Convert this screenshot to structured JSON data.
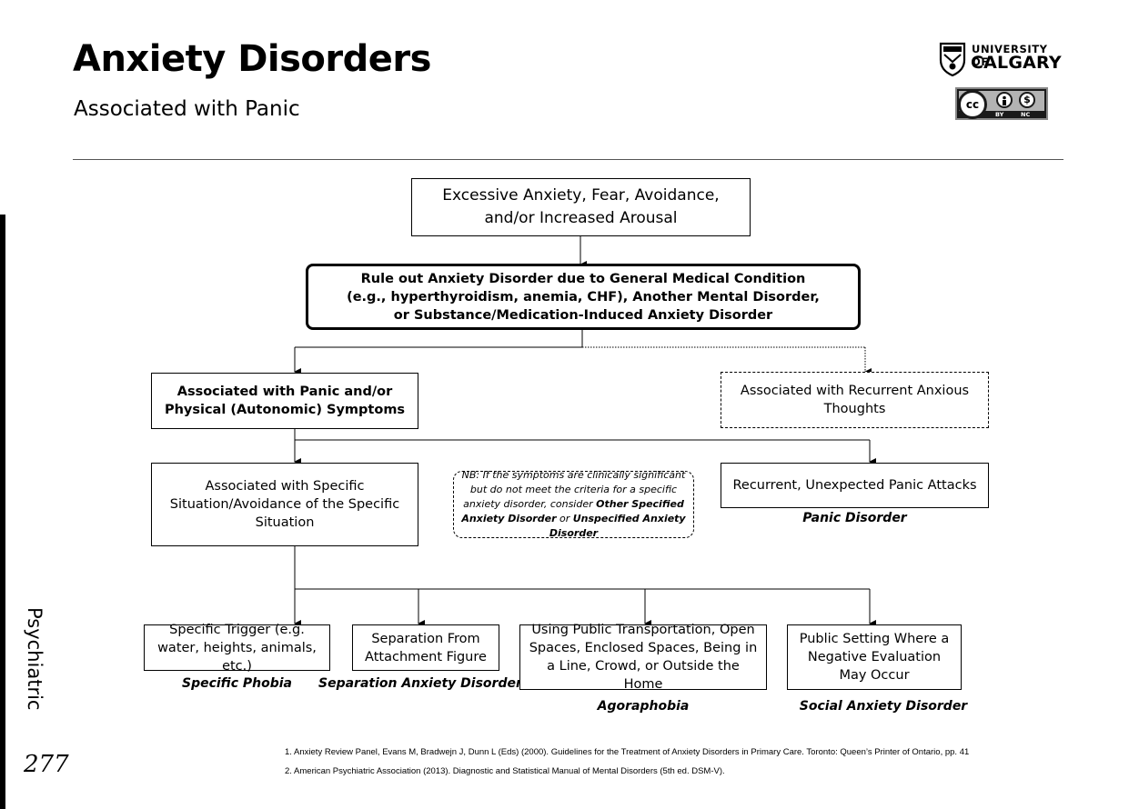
{
  "header": {
    "title": "Anxiety Disorders",
    "subtitle": "Associated with Panic"
  },
  "branding": {
    "university_of": "UNIVERSITY OF",
    "university_name": "CALGARY",
    "license_cc": "cc",
    "license_by": "BY",
    "license_nc": "NC"
  },
  "sidebar": {
    "label": "Psychiatric",
    "page_number": "277"
  },
  "flowchart": {
    "start": "Excessive Anxiety, Fear, Avoidance, and/or Increased Arousal",
    "rule_out": "Rule out Anxiety Disorder due to General Medical Condition (e.g., hyperthyroidism, anemia, CHF), Another Mental Disorder, or Substance/Medication-Induced Anxiety Disorder",
    "panic_physical": "Associated with Panic and/or Physical (Autonomic) Symptoms",
    "recurrent_thoughts": "Associated with Recurrent Anxious Thoughts",
    "specific_situation": "Associated with Specific Situation/Avoidance of the Specific Situation",
    "note": {
      "prefix": "NB: If the symptoms are clinically significant but do not meet the criteria for a specific anxiety disorder, consider ",
      "osad": "Other Specified Anxiety Disorder",
      "or": " or ",
      "usad": "Unspecified Anxiety Disorder"
    },
    "panic_attacks": "Recurrent, Unexpected Panic Attacks",
    "panic_attacks_dx": "Panic Disorder",
    "leaves": [
      {
        "label": "Specific Trigger (e.g. water, heights, animals, etc.)",
        "dx": "Specific Phobia"
      },
      {
        "label": "Separation From Attachment Figure",
        "dx": "Separation Anxiety Disorder"
      },
      {
        "label": "Using Public Transportation, Open Spaces, Enclosed Spaces, Being in a Line, Crowd, or Outside the Home",
        "dx": "Agoraphobia"
      },
      {
        "label": "Public Setting Where a Negative Evaluation May Occur",
        "dx": "Social Anxiety Disorder"
      }
    ]
  },
  "footnotes": [
    "1. Anxiety Review Panel, Evans M, Bradwejn J, Dunn L (Eds) (2000). Guidelines for the Treatment of Anxiety Disorders in Primary Care. Toronto: Queen’s Printer of Ontario, pp. 41",
    "2. American Psychiatric Association (2013). Diagnostic and Statistical Manual of Mental Disorders (5th ed. DSM-V)."
  ]
}
